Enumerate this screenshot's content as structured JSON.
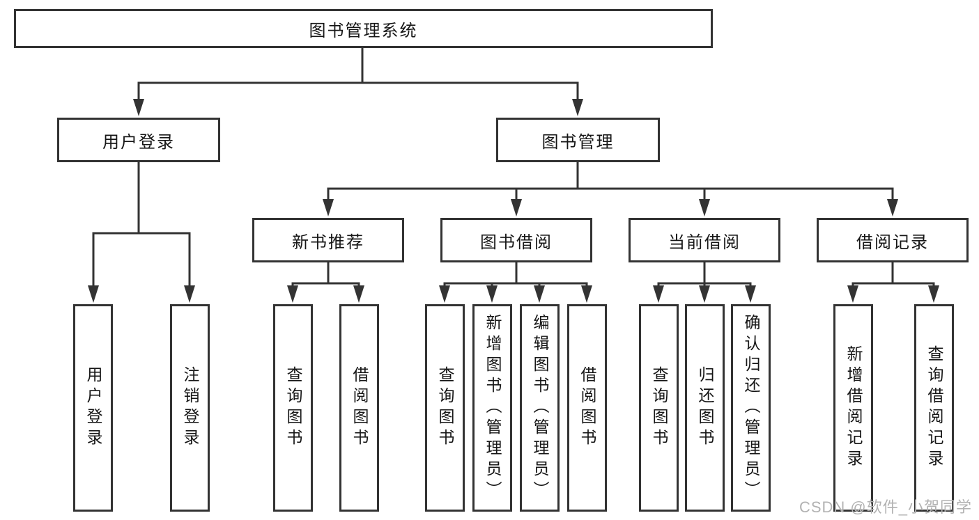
{
  "diagram": {
    "tree": {
      "label": "图书管理系统",
      "children": [
        {
          "label": "用户登录",
          "children": [
            {
              "label": "用户登录"
            },
            {
              "label": "注销登录"
            }
          ]
        },
        {
          "label": "图书管理",
          "children": [
            {
              "label": "新书推荐",
              "children": [
                {
                  "label": "查询图书"
                },
                {
                  "label": "借阅图书"
                }
              ]
            },
            {
              "label": "图书借阅",
              "children": [
                {
                  "label": "查询图书"
                },
                {
                  "label": "新增图书（管理员）"
                },
                {
                  "label": "编辑图书（管理员）"
                },
                {
                  "label": "借阅图书"
                }
              ]
            },
            {
              "label": "当前借阅",
              "children": [
                {
                  "label": "查询图书"
                },
                {
                  "label": "归还图书"
                },
                {
                  "label": "确认归还（管理员）"
                }
              ]
            },
            {
              "label": "借阅记录",
              "children": [
                {
                  "label": "新增借阅记录"
                },
                {
                  "label": "查询借阅记录"
                }
              ]
            }
          ]
        }
      ]
    },
    "colors": {
      "line": "#333333",
      "box_border": "#333333",
      "box_background": "#ffffff",
      "text": "#161616",
      "watermark": "#b2b2b2",
      "background": "#ffffff"
    }
  },
  "watermark": {
    "text": "CSDN @软件_小贺同学"
  }
}
